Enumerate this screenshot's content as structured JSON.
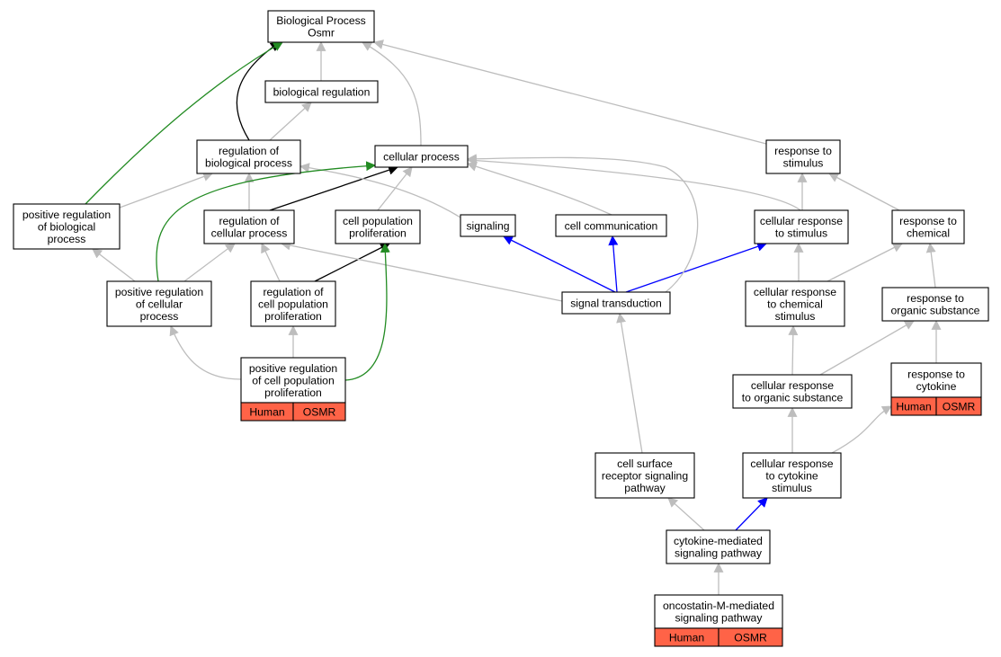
{
  "colors": {
    "is_a": "#bdbdbd",
    "regulates": "#000000",
    "positively_regulates": "#228b22",
    "part_of": "#0000ff",
    "annotation_fill": "#ff6347"
  },
  "nodes": {
    "bp": {
      "lines": [
        "Biological Process",
        "Osmr"
      ]
    },
    "biological_regulation": {
      "lines": [
        "biological regulation"
      ]
    },
    "regulation_of_biological_process": {
      "lines": [
        "regulation of",
        "biological process"
      ]
    },
    "cellular_process": {
      "lines": [
        "cellular process"
      ]
    },
    "response_to_stimulus": {
      "lines": [
        "response to",
        "stimulus"
      ]
    },
    "positive_regulation_of_biological_process": {
      "lines": [
        "positive regulation",
        "of biological",
        "process"
      ]
    },
    "regulation_of_cellular_process": {
      "lines": [
        "regulation of",
        "cellular process"
      ]
    },
    "cell_population_proliferation": {
      "lines": [
        "cell population",
        "proliferation"
      ]
    },
    "signaling": {
      "lines": [
        "signaling"
      ]
    },
    "cell_communication": {
      "lines": [
        "cell communication"
      ]
    },
    "cellular_response_to_stimulus": {
      "lines": [
        "cellular response",
        "to stimulus"
      ]
    },
    "response_to_chemical": {
      "lines": [
        "response to",
        "chemical"
      ]
    },
    "positive_regulation_of_cellular_process": {
      "lines": [
        "positive regulation",
        "of cellular",
        "process"
      ]
    },
    "regulation_of_cell_population_proliferation": {
      "lines": [
        "regulation of",
        "cell population",
        "proliferation"
      ]
    },
    "signal_transduction": {
      "lines": [
        "signal transduction"
      ]
    },
    "cellular_response_to_chemical_stimulus": {
      "lines": [
        "cellular response",
        "to chemical",
        "stimulus"
      ]
    },
    "response_to_organic_substance": {
      "lines": [
        "response to",
        "organic substance"
      ]
    },
    "positive_regulation_of_cell_population_proliferation": {
      "lines": [
        "positive regulation",
        "of cell population",
        "proliferation"
      ],
      "annotation": [
        "Human",
        "OSMR"
      ]
    },
    "cellular_response_to_organic_substance": {
      "lines": [
        "cellular response",
        "to organic substance"
      ]
    },
    "response_to_cytokine": {
      "lines": [
        "response to",
        "cytokine"
      ],
      "annotation": [
        "Human",
        "OSMR"
      ]
    },
    "cell_surface_receptor_signaling_pathway": {
      "lines": [
        "cell surface",
        "receptor signaling",
        "pathway"
      ]
    },
    "cellular_response_to_cytokine_stimulus": {
      "lines": [
        "cellular response",
        "to cytokine",
        "stimulus"
      ]
    },
    "cytokine_mediated_signaling_pathway": {
      "lines": [
        "cytokine-mediated",
        "signaling pathway"
      ]
    },
    "oncostatin_m_mediated_signaling_pathway": {
      "lines": [
        "oncostatin-M-mediated",
        "signaling pathway"
      ],
      "annotation": [
        "Human",
        "OSMR"
      ]
    }
  },
  "edges": [
    {
      "child": "biological_regulation",
      "parent": "bp",
      "relation": "is_a"
    },
    {
      "child": "regulation_of_biological_process",
      "parent": "biological_regulation",
      "relation": "is_a"
    },
    {
      "child": "regulation_of_biological_process",
      "parent": "bp",
      "relation": "regulates"
    },
    {
      "child": "positive_regulation_of_biological_process",
      "parent": "bp",
      "relation": "positively_regulates"
    },
    {
      "child": "positive_regulation_of_biological_process",
      "parent": "regulation_of_biological_process",
      "relation": "is_a"
    },
    {
      "child": "cellular_process",
      "parent": "bp",
      "relation": "is_a"
    },
    {
      "child": "response_to_stimulus",
      "parent": "bp",
      "relation": "is_a"
    },
    {
      "child": "regulation_of_cellular_process",
      "parent": "regulation_of_biological_process",
      "relation": "is_a"
    },
    {
      "child": "regulation_of_cellular_process",
      "parent": "cellular_process",
      "relation": "regulates"
    },
    {
      "child": "cell_population_proliferation",
      "parent": "cellular_process",
      "relation": "is_a"
    },
    {
      "child": "signaling",
      "parent": "regulation_of_biological_process",
      "relation": "is_a"
    },
    {
      "child": "cell_communication",
      "parent": "cellular_process",
      "relation": "is_a"
    },
    {
      "child": "cellular_response_to_stimulus",
      "parent": "cellular_process",
      "relation": "is_a"
    },
    {
      "child": "cellular_response_to_stimulus",
      "parent": "response_to_stimulus",
      "relation": "is_a"
    },
    {
      "child": "response_to_chemical",
      "parent": "response_to_stimulus",
      "relation": "is_a"
    },
    {
      "child": "positive_regulation_of_cellular_process",
      "parent": "positive_regulation_of_biological_process",
      "relation": "is_a"
    },
    {
      "child": "positive_regulation_of_cellular_process",
      "parent": "regulation_of_cellular_process",
      "relation": "is_a"
    },
    {
      "child": "positive_regulation_of_cellular_process",
      "parent": "cellular_process",
      "relation": "positively_regulates"
    },
    {
      "child": "regulation_of_cell_population_proliferation",
      "parent": "regulation_of_cellular_process",
      "relation": "is_a"
    },
    {
      "child": "regulation_of_cell_population_proliferation",
      "parent": "cell_population_proliferation",
      "relation": "regulates"
    },
    {
      "child": "signal_transduction",
      "parent": "signaling",
      "relation": "part_of"
    },
    {
      "child": "signal_transduction",
      "parent": "cell_communication",
      "relation": "part_of"
    },
    {
      "child": "signal_transduction",
      "parent": "cellular_response_to_stimulus",
      "relation": "part_of"
    },
    {
      "child": "signal_transduction",
      "parent": "regulation_of_cellular_process",
      "relation": "is_a"
    },
    {
      "child": "signal_transduction",
      "parent": "cellular_process",
      "relation": "is_a"
    },
    {
      "child": "cellular_response_to_chemical_stimulus",
      "parent": "cellular_response_to_stimulus",
      "relation": "is_a"
    },
    {
      "child": "cellular_response_to_chemical_stimulus",
      "parent": "response_to_chemical",
      "relation": "is_a"
    },
    {
      "child": "response_to_organic_substance",
      "parent": "response_to_chemical",
      "relation": "is_a"
    },
    {
      "child": "positive_regulation_of_cell_population_proliferation",
      "parent": "positive_regulation_of_cellular_process",
      "relation": "is_a"
    },
    {
      "child": "positive_regulation_of_cell_population_proliferation",
      "parent": "regulation_of_cell_population_proliferation",
      "relation": "is_a"
    },
    {
      "child": "positive_regulation_of_cell_population_proliferation",
      "parent": "cell_population_proliferation",
      "relation": "positively_regulates"
    },
    {
      "child": "cellular_response_to_organic_substance",
      "parent": "cellular_response_to_chemical_stimulus",
      "relation": "is_a"
    },
    {
      "child": "cellular_response_to_organic_substance",
      "parent": "response_to_organic_substance",
      "relation": "is_a"
    },
    {
      "child": "response_to_cytokine",
      "parent": "response_to_organic_substance",
      "relation": "is_a"
    },
    {
      "child": "cell_surface_receptor_signaling_pathway",
      "parent": "signal_transduction",
      "relation": "is_a"
    },
    {
      "child": "cellular_response_to_cytokine_stimulus",
      "parent": "cellular_response_to_organic_substance",
      "relation": "is_a"
    },
    {
      "child": "cellular_response_to_cytokine_stimulus",
      "parent": "response_to_cytokine",
      "relation": "is_a"
    },
    {
      "child": "cytokine_mediated_signaling_pathway",
      "parent": "cell_surface_receptor_signaling_pathway",
      "relation": "is_a"
    },
    {
      "child": "cytokine_mediated_signaling_pathway",
      "parent": "cellular_response_to_cytokine_stimulus",
      "relation": "part_of"
    },
    {
      "child": "oncostatin_m_mediated_signaling_pathway",
      "parent": "cytokine_mediated_signaling_pathway",
      "relation": "is_a"
    }
  ]
}
